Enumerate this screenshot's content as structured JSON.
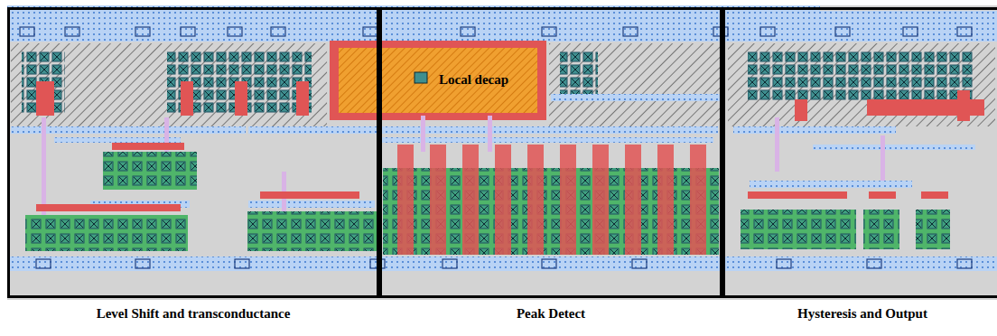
{
  "diagram": {
    "nodes": [
      {
        "text": [
          "Level Shift and transconductance"
        ]
      },
      {
        "text": [
          "Peak Detect"
        ]
      },
      {
        "text": [
          "Hysteresis and Output"
        ]
      },
      {
        "text": [
          "Local decap"
        ],
        "in": 1
      }
    ]
  }
}
